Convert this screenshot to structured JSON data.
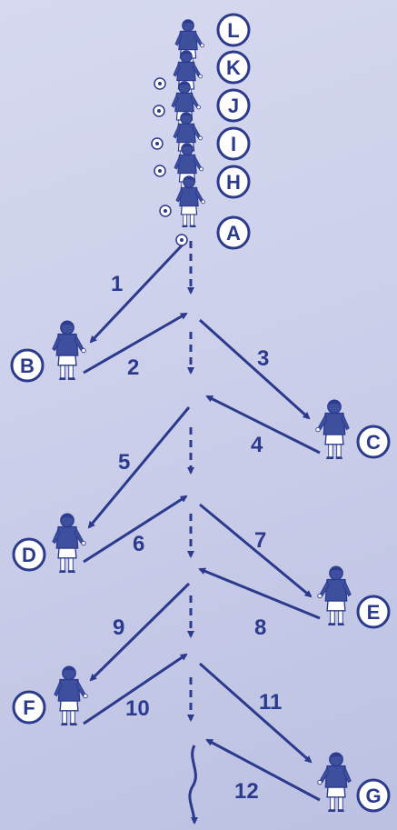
{
  "colors": {
    "background": "#c9cde9",
    "ink": "#2b3a8c",
    "jersey": "#3e4f9e",
    "shorts": "#ffffff",
    "badge_fill": "#ffffff"
  },
  "queue": {
    "labels": [
      "L",
      "K",
      "J",
      "I",
      "H",
      "A"
    ]
  },
  "stations": [
    {
      "label": "B"
    },
    {
      "label": "C"
    },
    {
      "label": "D"
    },
    {
      "label": "E"
    },
    {
      "label": "F"
    },
    {
      "label": "G"
    }
  ],
  "steps": [
    "1",
    "2",
    "3",
    "4",
    "5",
    "6",
    "7",
    "8",
    "9",
    "10",
    "11",
    "12"
  ]
}
